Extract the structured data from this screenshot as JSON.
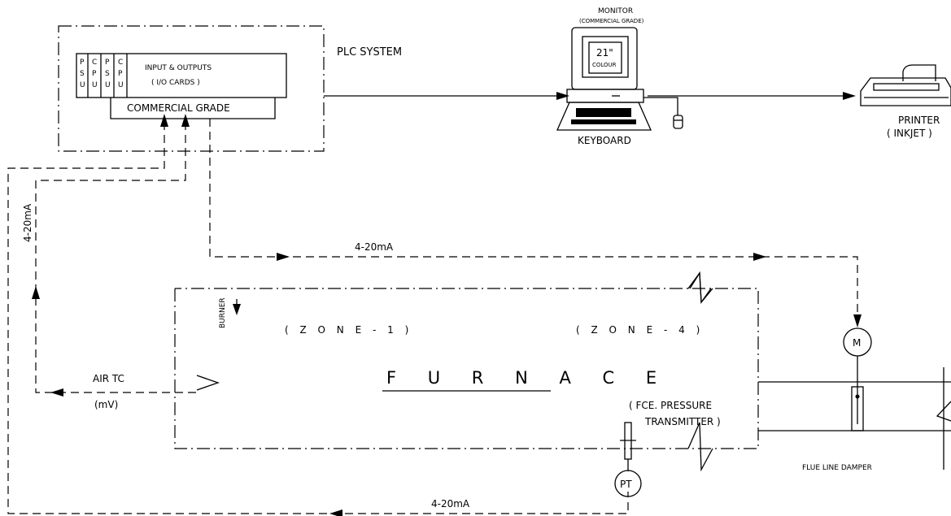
{
  "plc": {
    "title": "PLC SYSTEM",
    "slots": [
      {
        "letters": [
          "P",
          "S",
          "U"
        ]
      },
      {
        "letters": [
          "C",
          "P",
          "U"
        ]
      },
      {
        "letters": [
          "P",
          "S",
          "U"
        ]
      },
      {
        "letters": [
          "C",
          "P",
          "U"
        ]
      }
    ],
    "io_line1": "INPUT & OUTPUTS",
    "io_line2": "( I/O CARDS )",
    "grade": "COMMERCIAL GRADE"
  },
  "monitor": {
    "label": "MONITOR",
    "sublabel": "(COMMERCIAL GRADE)",
    "screen_size": "21\"",
    "screen_type": "COLOUR"
  },
  "keyboard": {
    "label": "KEYBOARD"
  },
  "printer": {
    "label_line1": "PRINTER",
    "label_line2": "( INKJET )"
  },
  "signals": {
    "left_vertical": "4-20mA",
    "top_horizontal": "4-20mA",
    "bottom_horizontal": "4-20mA",
    "air_tc_line1": "AIR TC",
    "air_tc_line2": "(mV)"
  },
  "furnace": {
    "title": "F U R N A C E",
    "burner": "BURNER",
    "zone1": "( Z O N E - 1 )",
    "zone4": "( Z O N E - 4 )",
    "pressure_line1": "( FCE. PRESSURE",
    "pressure_line2": "TRANSMITTER )"
  },
  "instruments": {
    "motor": "M",
    "pressure_transmitter": "PT",
    "damper": "FLUE LINE DAMPER"
  }
}
